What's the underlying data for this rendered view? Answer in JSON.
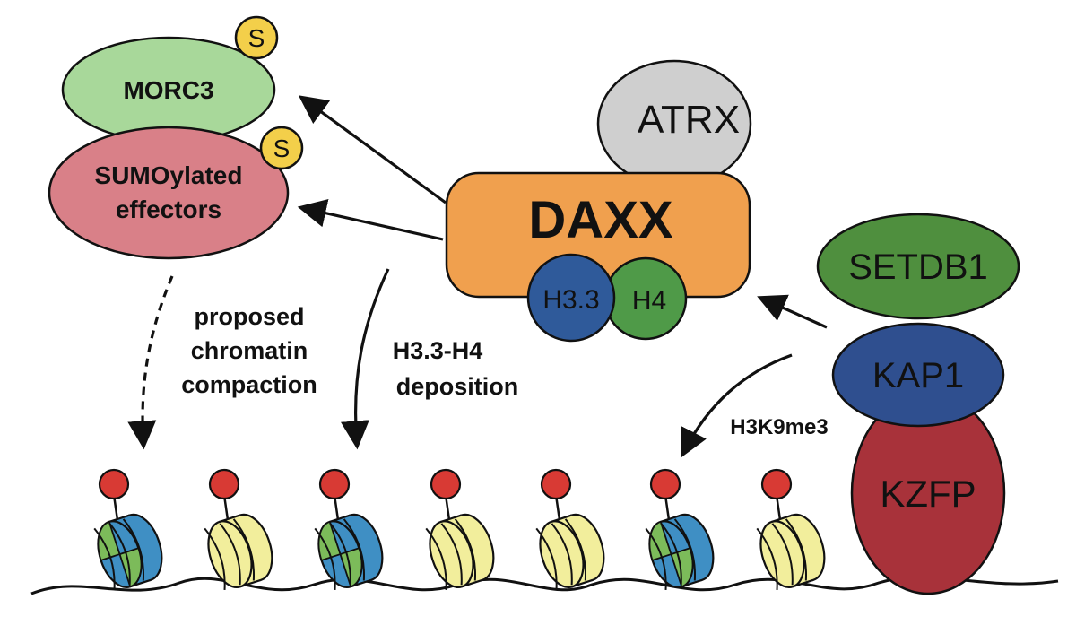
{
  "proteins": {
    "morc3": "MORC3",
    "sumo_line1": "SUMOylated",
    "sumo_line2": "effectors",
    "sumo_tag": "S",
    "atrx": "ATRX",
    "daxx": "DAXX",
    "h33": "H3.3",
    "h4": "H4",
    "setdb1": "SETDB1",
    "kap1": "KAP1",
    "kzfp": "KZFP"
  },
  "processes": {
    "compaction_line1": "proposed",
    "compaction_line2": "chromatin",
    "compaction_line3": "compaction",
    "deposition_line1": "H3.3-H4",
    "deposition_line2": "deposition",
    "mark": "H3K9me3"
  },
  "nucleosomes": [
    {
      "type": "h33"
    },
    {
      "type": "canonical"
    },
    {
      "type": "h33"
    },
    {
      "type": "canonical"
    },
    {
      "type": "canonical"
    },
    {
      "type": "h33"
    },
    {
      "type": "canonical"
    }
  ],
  "colors": {
    "morc3": "#a8d89a",
    "sumo": "#d98088",
    "sumo_tag": "#f3cf4a",
    "atrx": "#cfcfcf",
    "daxx": "#f0a04e",
    "h33": "#2f5a9a",
    "h4": "#4f9a48",
    "setdb1": "#4f8f3e",
    "kap1": "#2f4f8f",
    "kzfp": "#a8323a",
    "h3k9me3": "#d83a34",
    "canonical": "#f2ee9c",
    "h33_nuc": "#3f8fc4",
    "h33_nuc_green": "#7cbb5a"
  }
}
